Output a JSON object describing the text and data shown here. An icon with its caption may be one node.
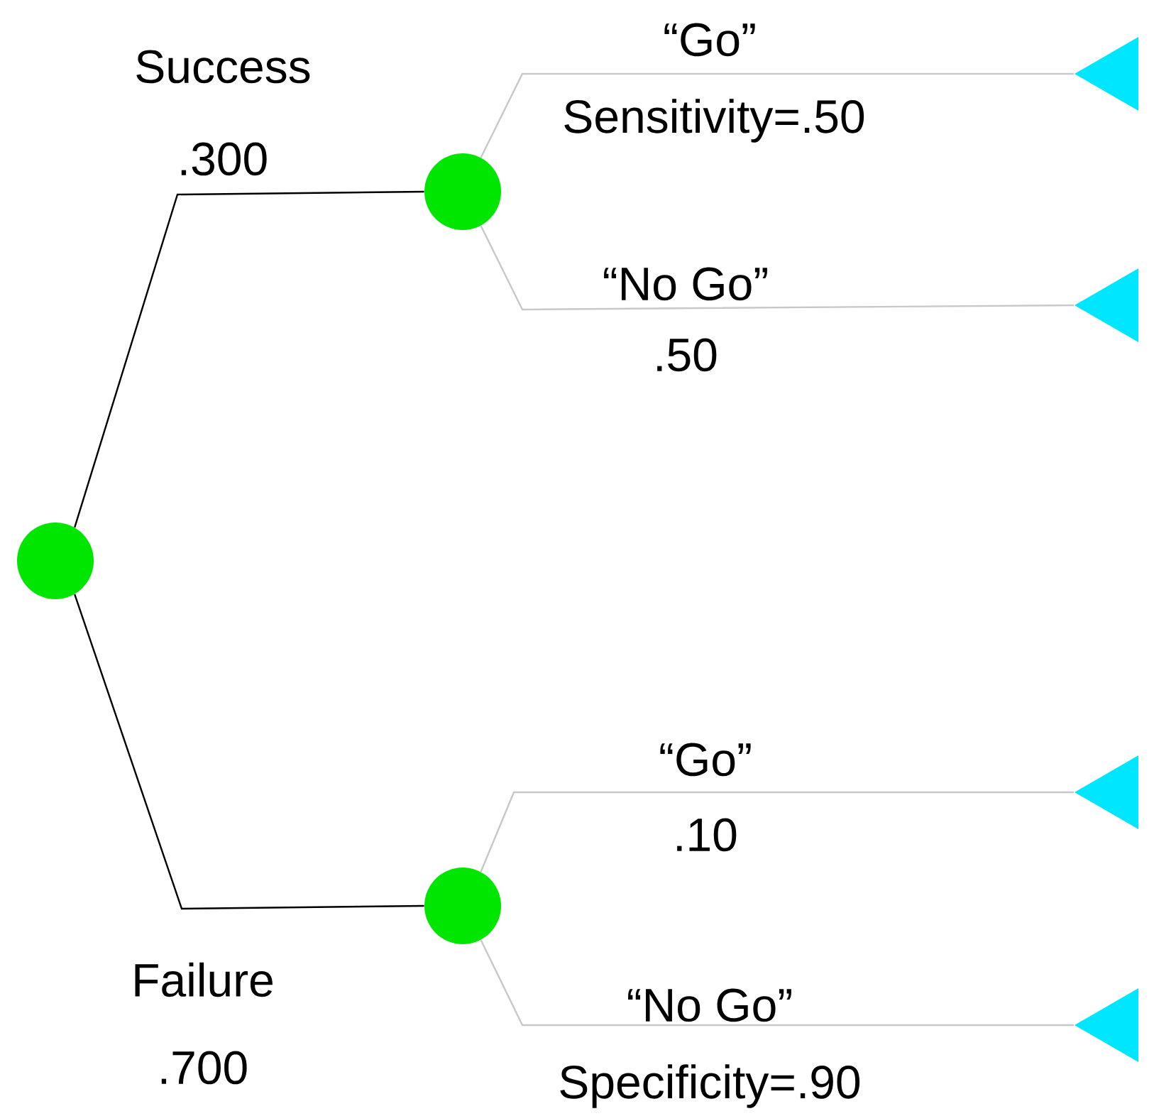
{
  "diagram": {
    "nodes": [
      {
        "text": [],
        "shape": "circle"
      },
      {
        "text": [],
        "shape": "circle"
      },
      {
        "text": [],
        "shape": "circle"
      },
      {
        "text": [],
        "shape": "triangle"
      },
      {
        "text": [],
        "shape": "triangle"
      },
      {
        "text": [],
        "shape": "triangle"
      },
      {
        "text": [],
        "shape": "triangle"
      }
    ],
    "edges": [
      {
        "from": 0,
        "to": 1,
        "arrow": "none",
        "label": "Success",
        "color": "#000000"
      },
      {
        "from": 0,
        "to": 2,
        "arrow": "none",
        "label": "Failure",
        "color": "#000000"
      },
      {
        "from": 1,
        "to": 3,
        "arrow": "none",
        "label": "“Go”"
      },
      {
        "from": 1,
        "to": 4,
        "arrow": "none",
        "label": "“No Go”"
      },
      {
        "from": 2,
        "to": 5,
        "arrow": "none",
        "label": "“Go”"
      },
      {
        "from": 2,
        "to": 6,
        "arrow": "none",
        "label": "“No Go”"
      }
    ],
    "labels": [
      ".300",
      "Sensitivity=.50",
      ".50",
      ".10",
      ".700",
      "Specificity=.90"
    ]
  }
}
